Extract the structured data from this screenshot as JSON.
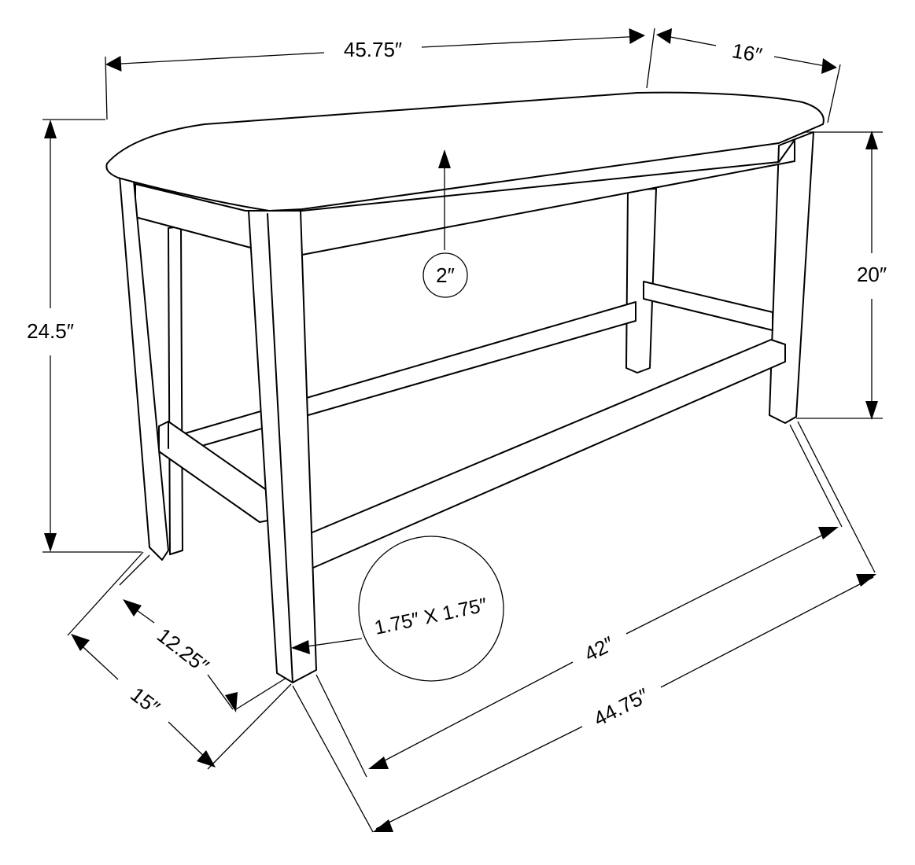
{
  "dimensions": {
    "overall_width": "45.75″",
    "overall_depth": "16″",
    "overall_height": "24.5″",
    "seat_height": "20″",
    "seat_thickness": "2″",
    "leg_section": "1.75″ X 1.75″",
    "inner_depth": "12.25″",
    "leg_depth": "15″",
    "inner_width": "42″",
    "leg_width": "44.75″"
  }
}
